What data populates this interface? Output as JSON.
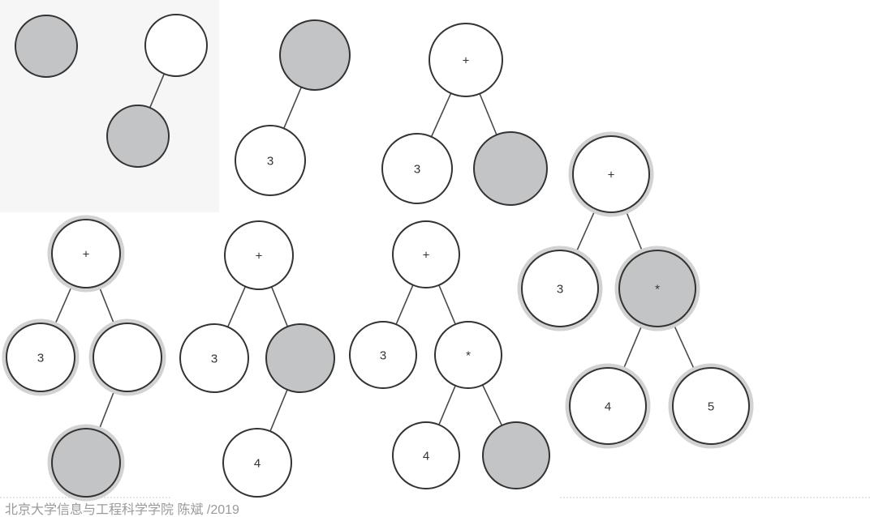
{
  "diagram": {
    "title": "",
    "steps": [
      {
        "id": "step-1",
        "nodes": [
          {
            "id": "a",
            "label": "",
            "filled": true
          }
        ],
        "edges": []
      },
      {
        "id": "step-2",
        "nodes": [
          {
            "id": "a",
            "label": "",
            "filled": false
          },
          {
            "id": "b",
            "label": "",
            "filled": true
          }
        ],
        "edges": [
          [
            "a",
            "b"
          ]
        ]
      },
      {
        "id": "step-3",
        "nodes": [
          {
            "id": "a",
            "label": "",
            "filled": true
          },
          {
            "id": "b",
            "label": "3",
            "filled": false
          }
        ],
        "edges": [
          [
            "a",
            "b"
          ]
        ]
      },
      {
        "id": "step-4",
        "nodes": [
          {
            "id": "a",
            "label": "+",
            "filled": false
          },
          {
            "id": "b",
            "label": "3",
            "filled": false
          },
          {
            "id": "c",
            "label": "",
            "filled": true
          }
        ],
        "edges": [
          [
            "a",
            "b"
          ],
          [
            "a",
            "c"
          ]
        ]
      },
      {
        "id": "step-5",
        "nodes": [
          {
            "id": "a",
            "label": "+",
            "filled": false
          },
          {
            "id": "b",
            "label": "3",
            "filled": false
          },
          {
            "id": "c",
            "label": "",
            "filled": false
          },
          {
            "id": "d",
            "label": "",
            "filled": true
          }
        ],
        "edges": [
          [
            "a",
            "b"
          ],
          [
            "a",
            "c"
          ],
          [
            "c",
            "d"
          ]
        ]
      },
      {
        "id": "step-6",
        "nodes": [
          {
            "id": "a",
            "label": "+",
            "filled": false
          },
          {
            "id": "b",
            "label": "3",
            "filled": false
          },
          {
            "id": "c",
            "label": "",
            "filled": true
          },
          {
            "id": "d",
            "label": "4",
            "filled": false
          }
        ],
        "edges": [
          [
            "a",
            "b"
          ],
          [
            "a",
            "c"
          ],
          [
            "c",
            "d"
          ]
        ]
      },
      {
        "id": "step-7",
        "nodes": [
          {
            "id": "a",
            "label": "+",
            "filled": false
          },
          {
            "id": "b",
            "label": "3",
            "filled": false
          },
          {
            "id": "c",
            "label": "*",
            "filled": false
          },
          {
            "id": "d",
            "label": "4",
            "filled": false
          },
          {
            "id": "e",
            "label": "",
            "filled": true
          }
        ],
        "edges": [
          [
            "a",
            "b"
          ],
          [
            "a",
            "c"
          ],
          [
            "c",
            "d"
          ],
          [
            "c",
            "e"
          ]
        ]
      },
      {
        "id": "step-8",
        "nodes": [
          {
            "id": "a",
            "label": "+",
            "filled": false
          },
          {
            "id": "b",
            "label": "3",
            "filled": false
          },
          {
            "id": "c",
            "label": "*",
            "filled": true
          },
          {
            "id": "d",
            "label": "4",
            "filled": false
          },
          {
            "id": "e",
            "label": "5",
            "filled": false
          }
        ],
        "edges": [
          [
            "a",
            "b"
          ],
          [
            "a",
            "c"
          ],
          [
            "c",
            "d"
          ],
          [
            "c",
            "e"
          ]
        ]
      }
    ],
    "colors": {
      "filled": "#c3c4c6",
      "empty": "#ffffff",
      "stroke": "#333333"
    }
  },
  "caption": "北京大学信息与工程科学学院 陈斌 /2019"
}
